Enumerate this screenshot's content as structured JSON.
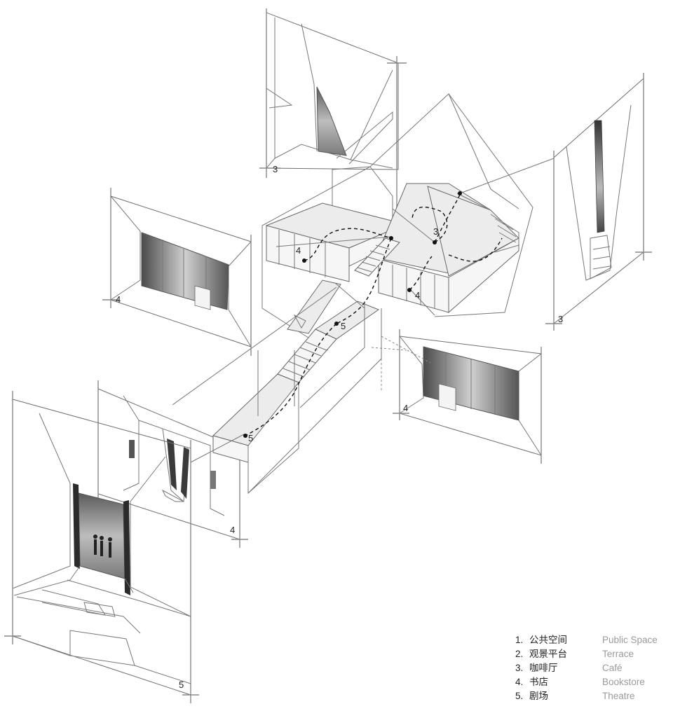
{
  "callouts": {
    "top_cafe": "3",
    "right_cafe": "3",
    "left_bookstore": "4",
    "right_bookstore": "4",
    "mid_bookstore": "4",
    "theatre_view": "5",
    "plan_3": "3",
    "plan_4a": "4",
    "plan_4b": "4",
    "plan_5a": "5",
    "plan_5b": "5"
  },
  "legend": [
    {
      "num": "1.",
      "cn": "公共空间",
      "en": "Public Space"
    },
    {
      "num": "2.",
      "cn": "观景平台",
      "en": "Terrace"
    },
    {
      "num": "3.",
      "cn": "咖啡厅",
      "en": "Café"
    },
    {
      "num": "4.",
      "cn": "书店",
      "en": "Bookstore"
    },
    {
      "num": "5.",
      "cn": "剧场",
      "en": "Theatre"
    }
  ],
  "colors": {
    "line": "#6e6e6e",
    "path": "#111111",
    "legend_en": "#9a9a9a"
  }
}
